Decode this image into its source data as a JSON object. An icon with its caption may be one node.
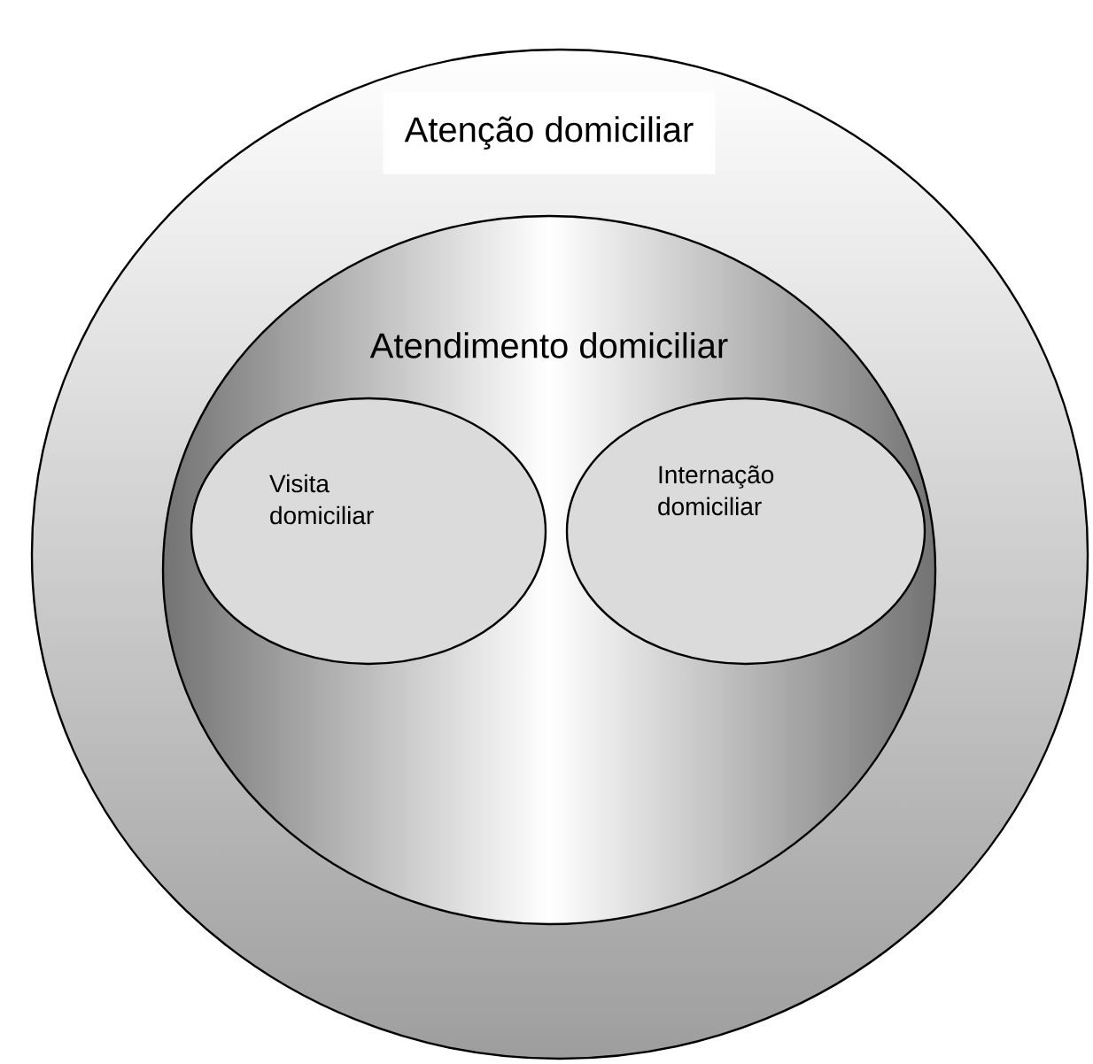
{
  "diagram": {
    "nodes": [
      {
        "text": [
          "Atenção domiciliar"
        ]
      },
      {
        "text": [
          "Atendimento domiciliar"
        ],
        "in": 0
      },
      {
        "text": [
          "Visita domiciliar"
        ],
        "in": 1
      },
      {
        "text": [
          "Internação domiciliar"
        ],
        "in": 1
      }
    ]
  }
}
